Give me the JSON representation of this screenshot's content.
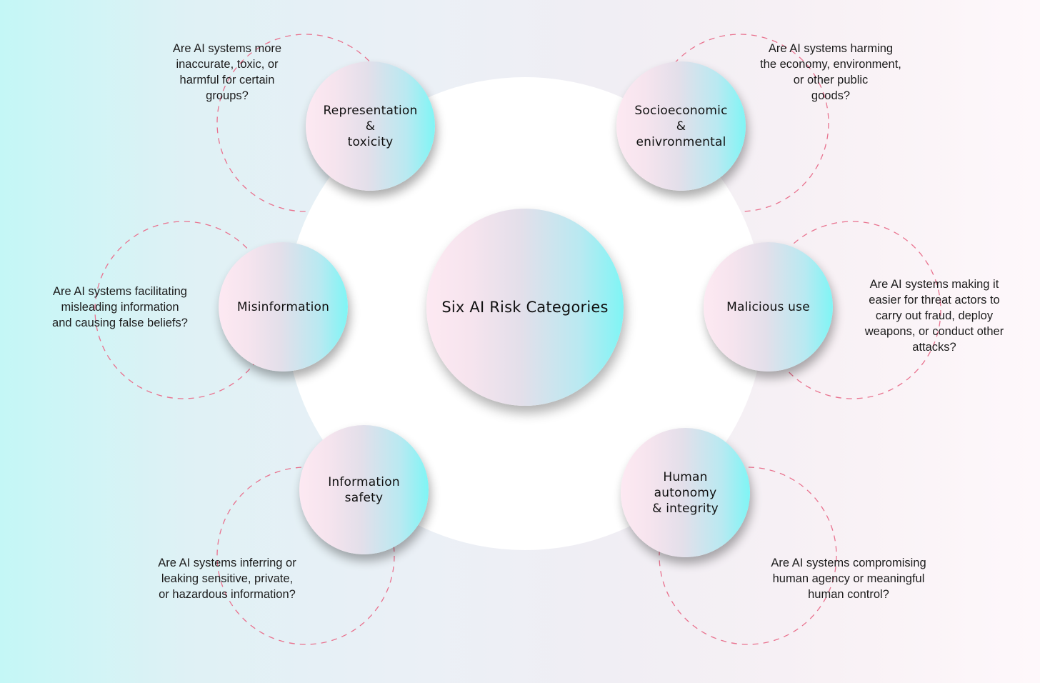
{
  "diagram": {
    "center": {
      "label": "Six AI Risk Categories"
    },
    "categories": [
      {
        "id": "representation",
        "label": "Representation\n&\ntoxicity",
        "question": "Are AI systems more\ninaccurate, toxic, or\nharmful for certain\ngroups?"
      },
      {
        "id": "socioeconomic",
        "label": "Socioeconomic\n&\nenivronmental",
        "question": "Are AI systems harming\nthe economy, environment,\nor other public\ngoods?"
      },
      {
        "id": "misinformation",
        "label": "Misinformation",
        "question": "Are AI systems facilitating\nmisleading information\nand causing false beliefs?"
      },
      {
        "id": "malicious",
        "label": "Malicious use",
        "question": "Are AI systems making it\neasier for threat actors to\ncarry out fraud, deploy\nweapons, or conduct other\nattacks?"
      },
      {
        "id": "information-safety",
        "label": "Information\nsafety",
        "question": "Are AI systems inferring or\nleaking sensitive, private,\nor hazardous information?"
      },
      {
        "id": "human-autonomy",
        "label": "Human\nautonomy\n& integrity",
        "question": "Are AI systems compromising\nhuman agency or meaningful\nhuman control?"
      }
    ]
  },
  "colors": {
    "background_left": "#c4f7f6",
    "background_right": "#fef8fb",
    "bubble_pink": "#fde9f2",
    "bubble_cyan": "#7ff5f5",
    "dashed_ring": "#e9738f",
    "center_disc": "#ffffff"
  }
}
